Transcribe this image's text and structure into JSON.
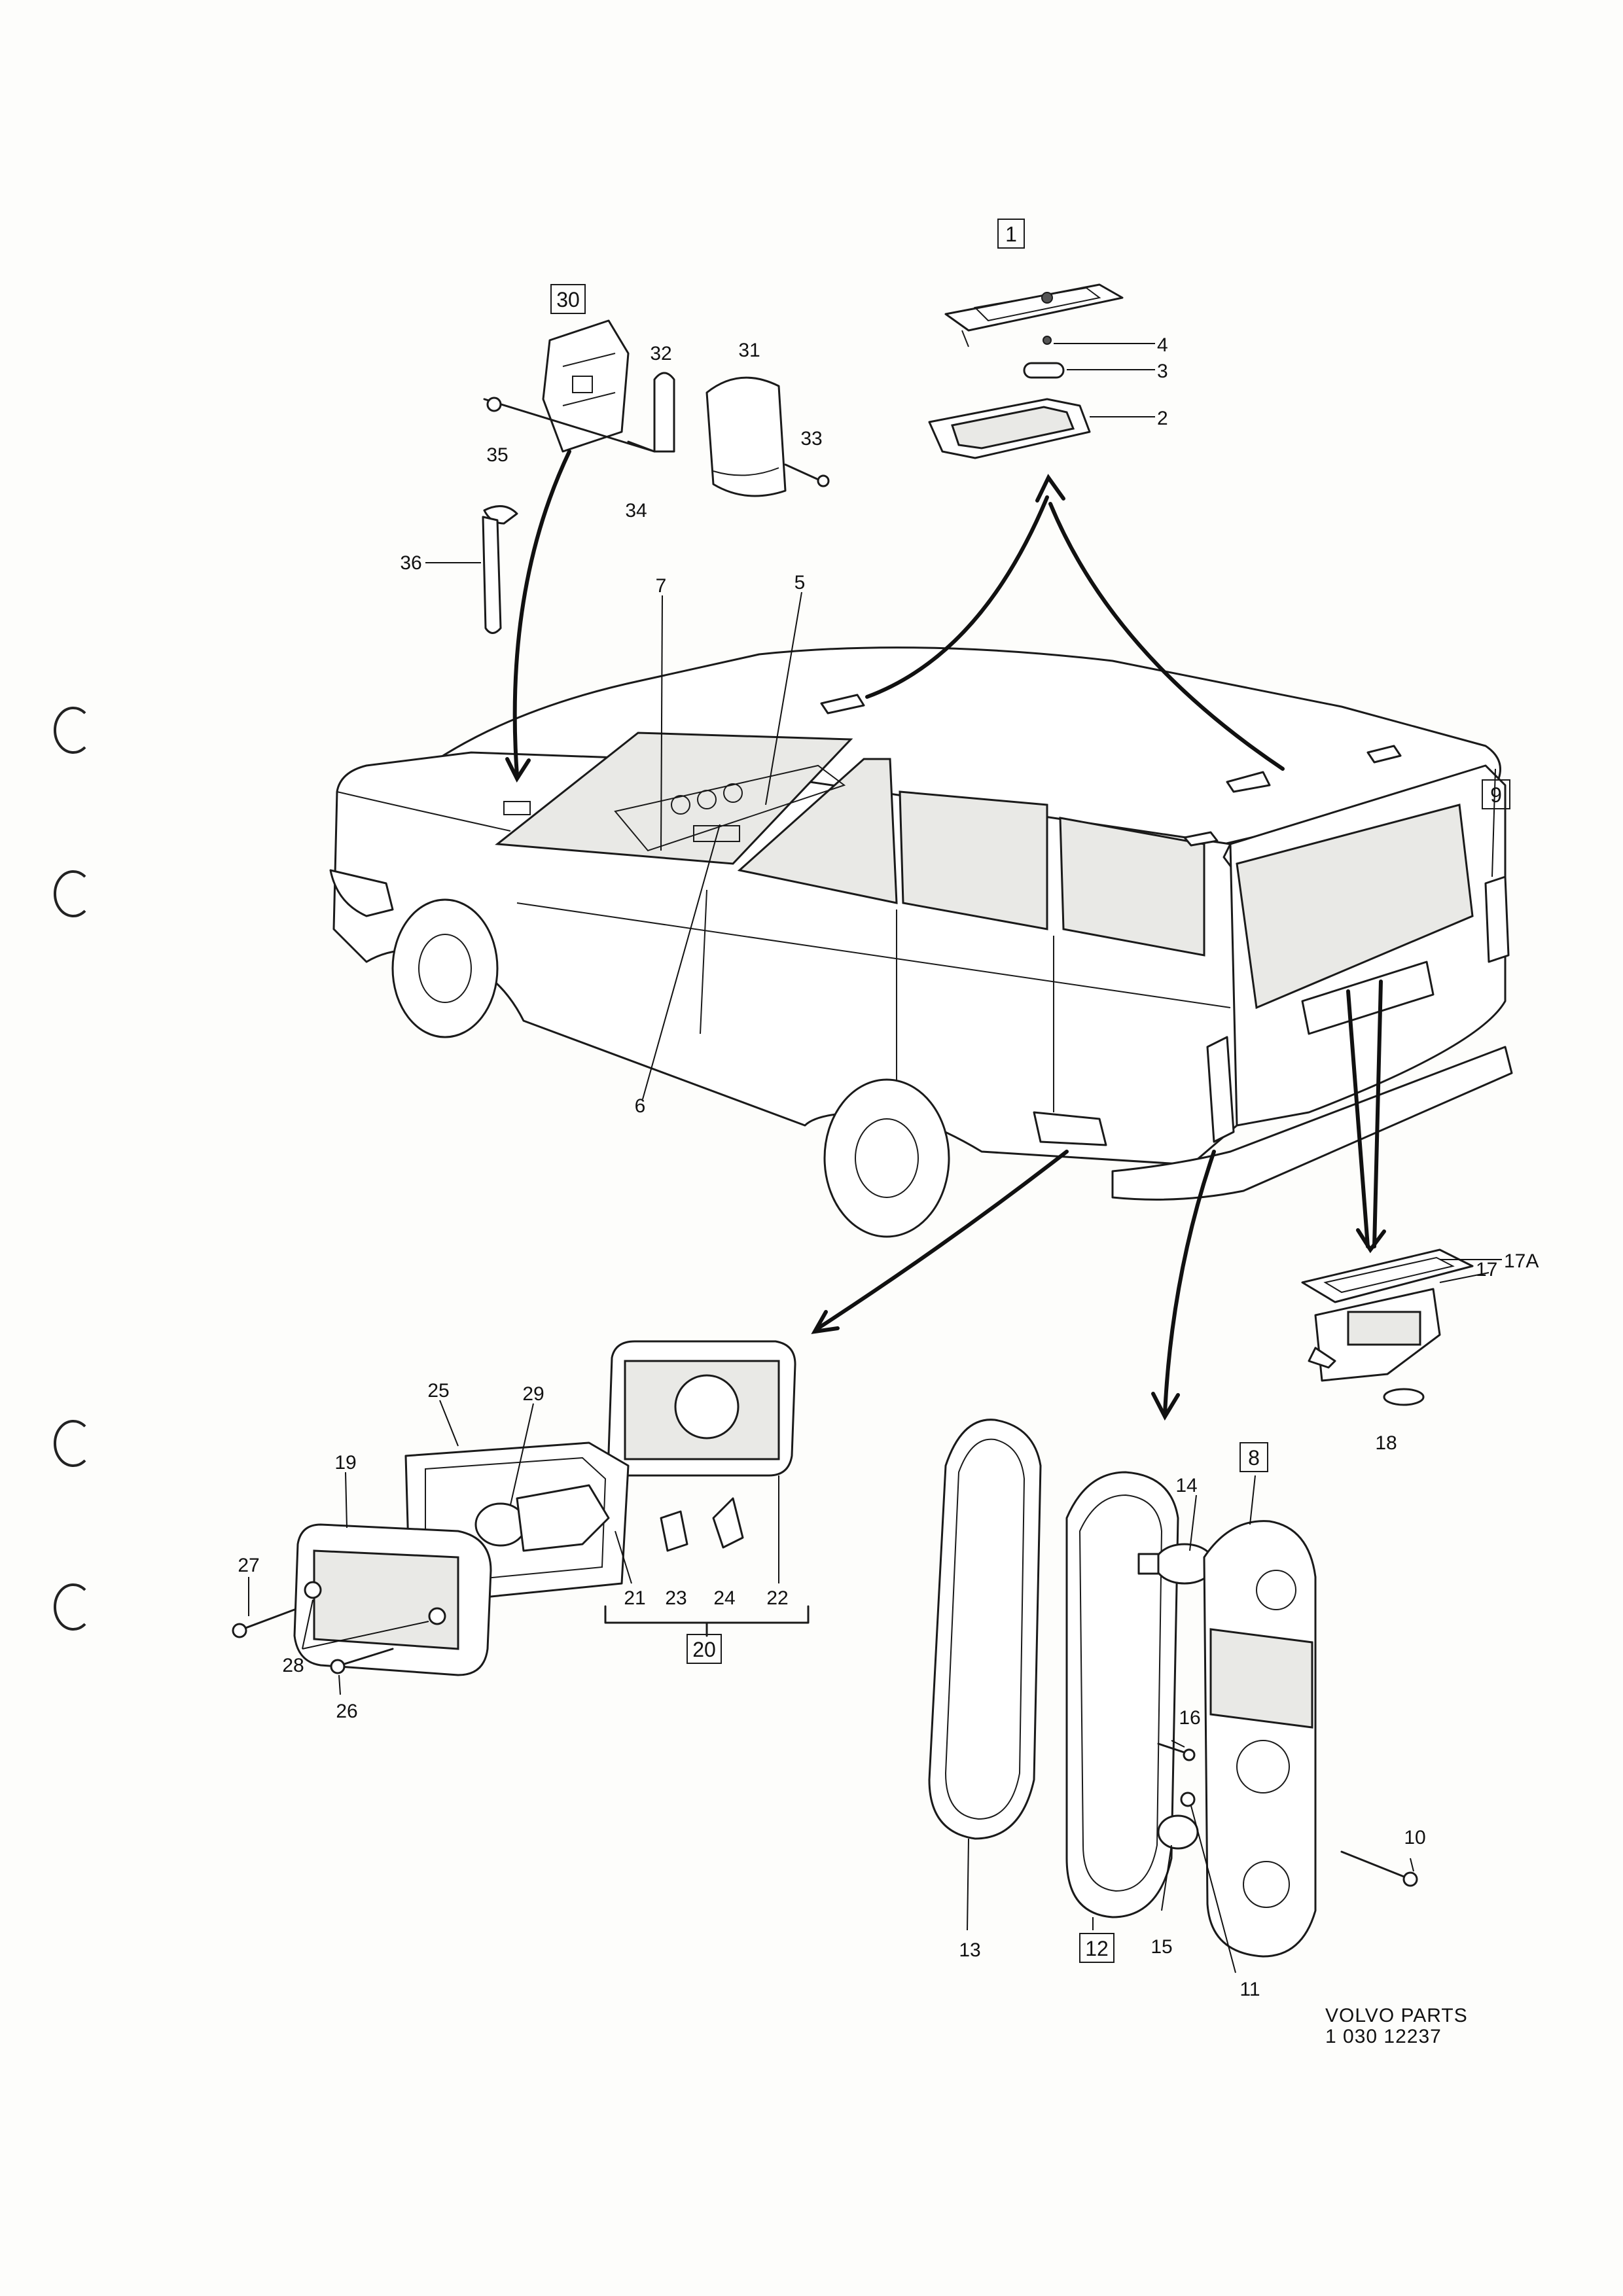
{
  "labels": {
    "p1": "1",
    "p2": "2",
    "p3": "3",
    "p4": "4",
    "p5": "5",
    "p6": "6",
    "p7": "7",
    "p8": "8",
    "p9": "9",
    "p10": "10",
    "p11": "11",
    "p12": "12",
    "p13": "13",
    "p14": "14",
    "p15": "15",
    "p16": "16",
    "p17": "17",
    "p17a": "17A",
    "p18": "18",
    "p19": "19",
    "p20": "20",
    "p21": "21",
    "p22": "22",
    "p23": "23",
    "p24": "24",
    "p25": "25",
    "p26": "26",
    "p27": "27",
    "p28": "28",
    "p29": "29",
    "p30": "30",
    "p31": "31",
    "p32": "32",
    "p33": "33",
    "p34": "34",
    "p35": "35",
    "p36": "36"
  },
  "footer": {
    "brand": "VOLVO PARTS",
    "code": "1 030 12237"
  }
}
